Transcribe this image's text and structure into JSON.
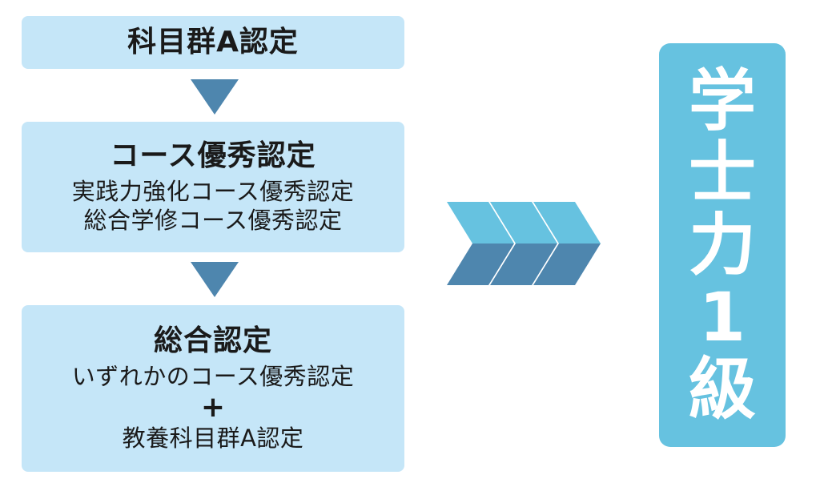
{
  "steps": {
    "subject_a": {
      "title": "科目群A認定"
    },
    "course": {
      "title": "コース優秀認定",
      "lines": [
        "実践力強化コース優秀認定",
        "総合学修コース優秀認定"
      ]
    },
    "total": {
      "title": "総合認定",
      "line1": "いずれかのコース優秀認定",
      "plus": "+",
      "line2": "教養科目群A認定"
    }
  },
  "result": {
    "chars": [
      "学",
      "士",
      "力",
      "1",
      "級"
    ]
  },
  "colors": {
    "box_fill": "#c5e6f8",
    "arrow": "#4e86ae",
    "chevron_top": "#66c2e0",
    "chevron_bottom": "#4e86ae",
    "result_fill": "#66c2e0",
    "result_text": "#ffffff"
  }
}
